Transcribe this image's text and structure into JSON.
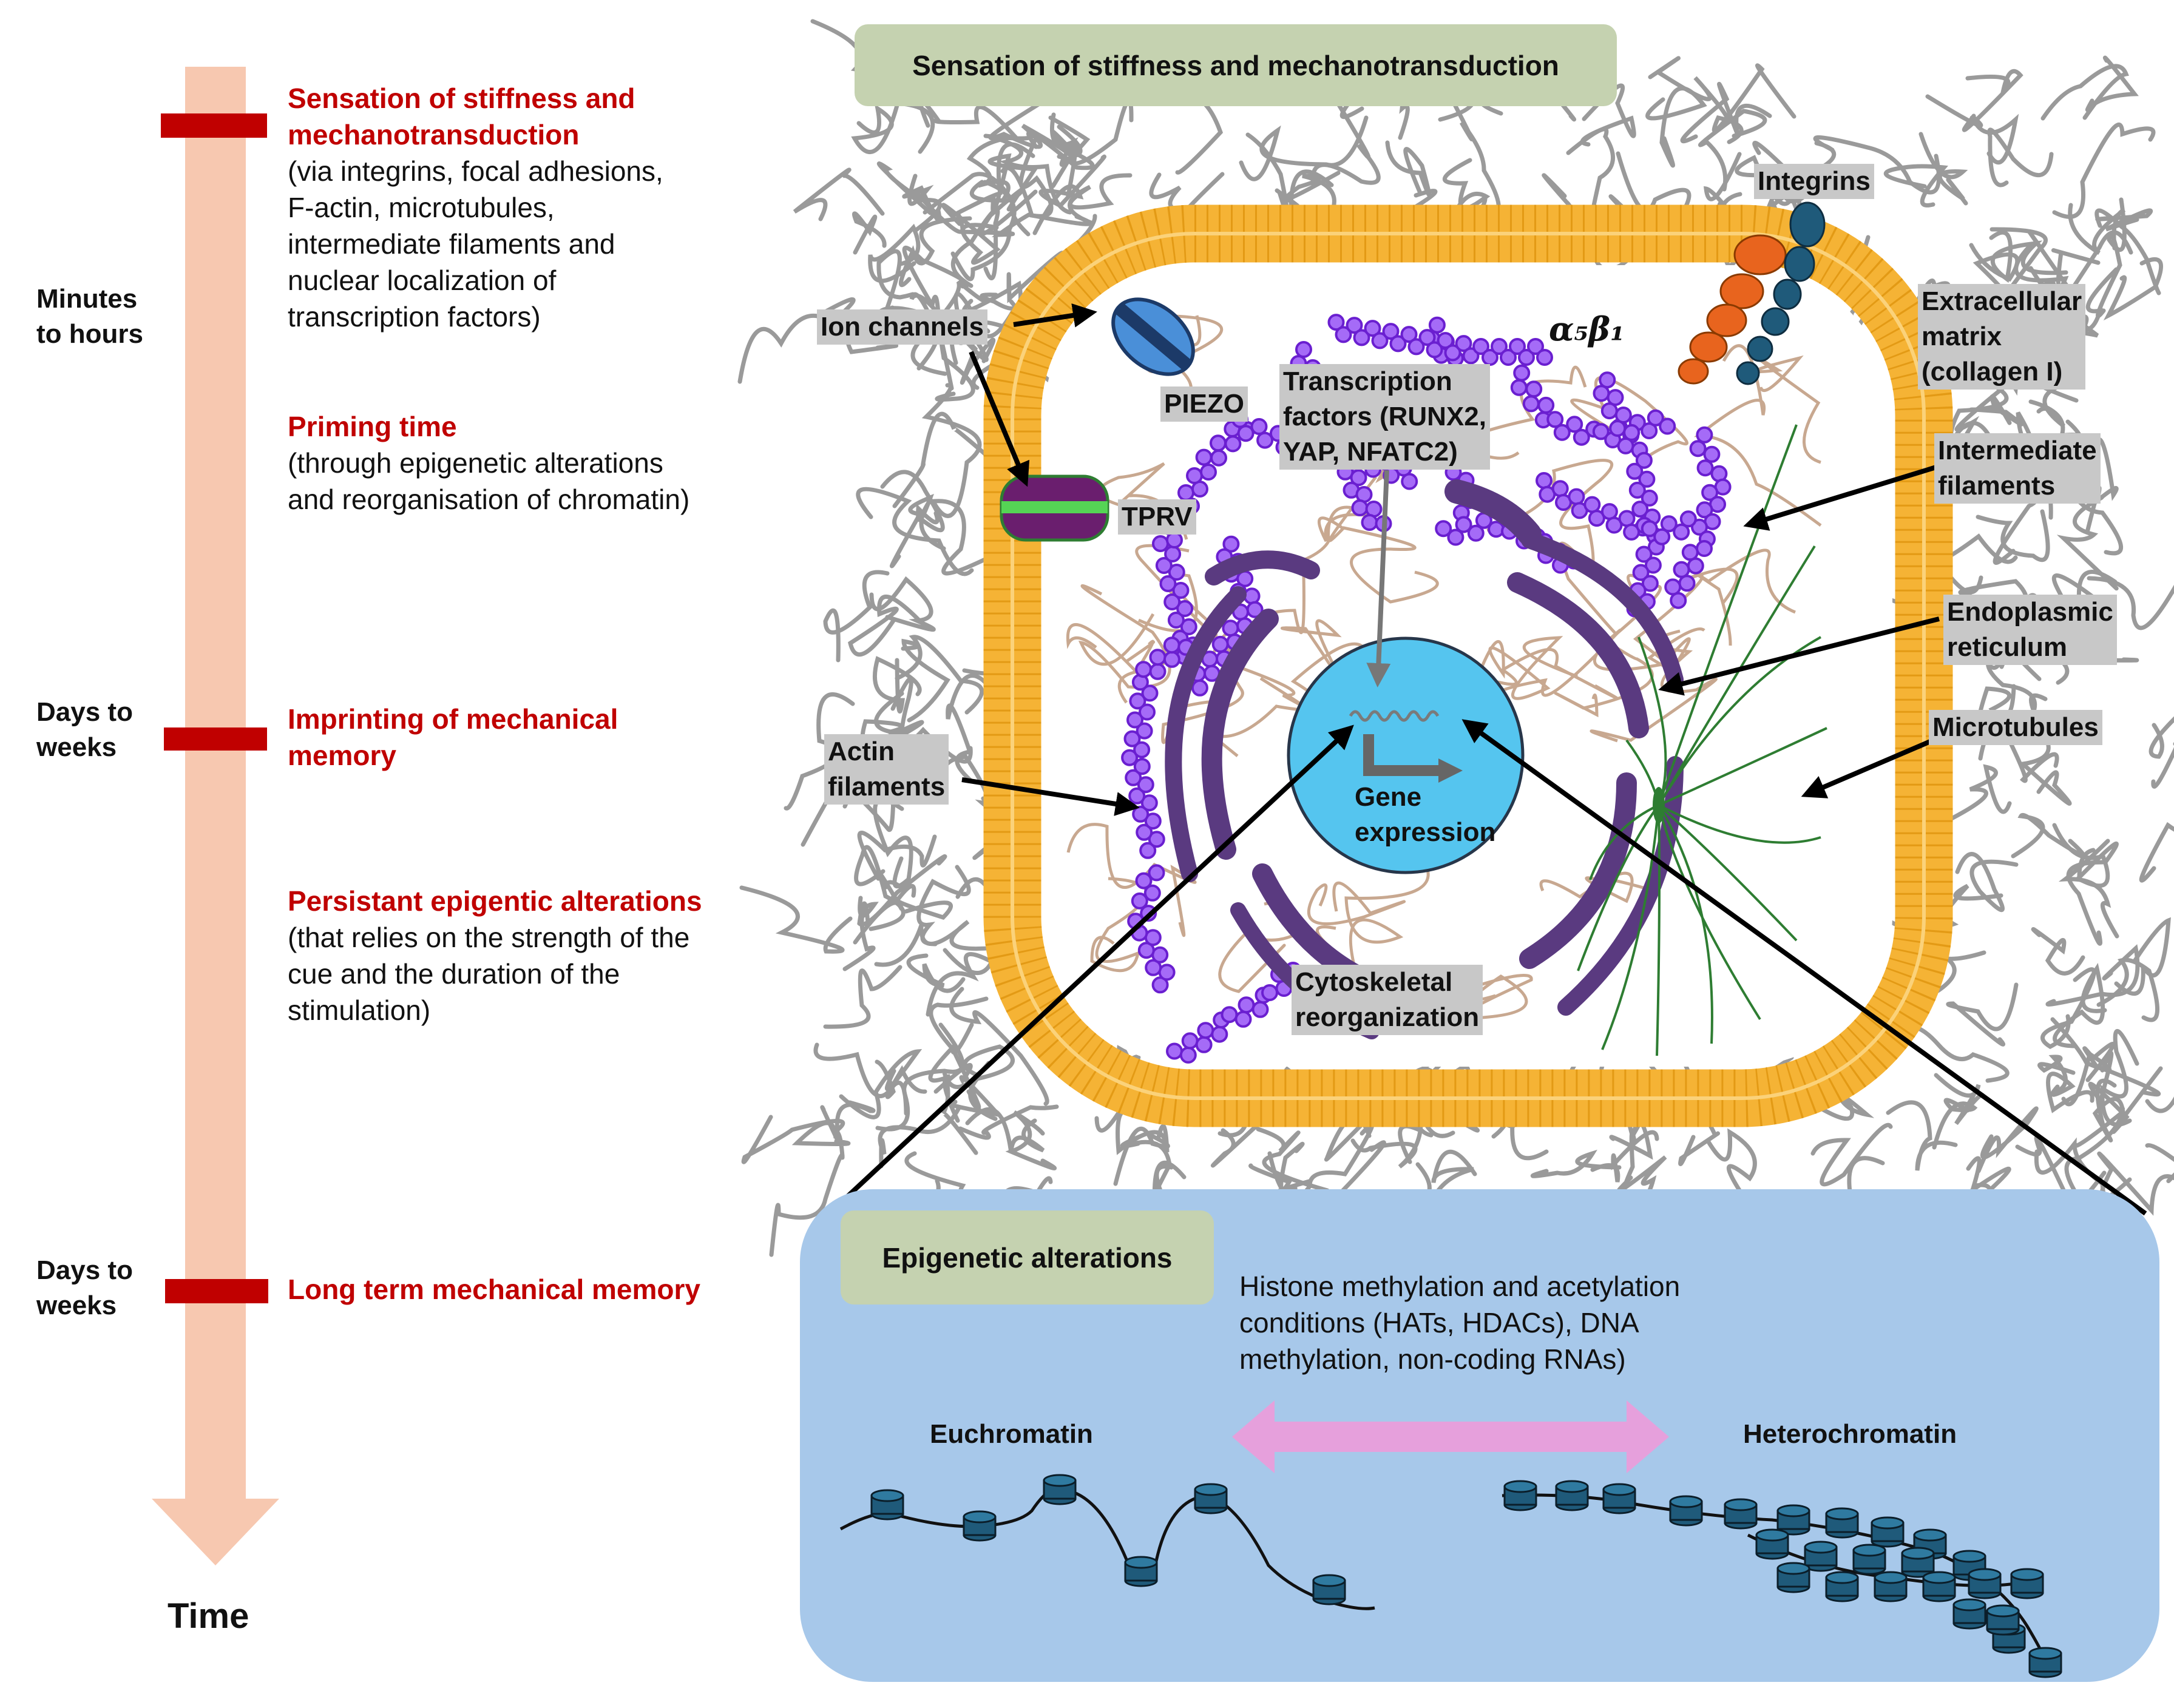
{
  "timeline": {
    "axis_label": "Time",
    "periods": [
      {
        "label": "Minutes\nto hours"
      },
      {
        "label": "Days to\nweeks"
      },
      {
        "label": "Days to\nweeks"
      }
    ],
    "stages": [
      {
        "heading": "Sensation of stiffness and\nmechanotransduction",
        "detail": "(via integrins, focal adhesions,\nF-actin, microtubules,\nintermediate filaments and\nnuclear localization of\ntranscription factors)"
      },
      {
        "heading": "Priming time",
        "detail": "(through epigenetic alterations\nand reorganisation of chromatin)"
      },
      {
        "heading": "Imprinting of mechanical\nmemory",
        "detail": ""
      },
      {
        "heading": "Persistant epigentic alterations",
        "detail": "(that relies on the strength of the\ncue and the duration of the\nstimulation)"
      },
      {
        "heading": "Long term mechanical memory",
        "detail": ""
      }
    ]
  },
  "cell": {
    "title": "Sensation of stiffness and mechanotransduction",
    "labels": {
      "integrins": "Integrins",
      "integrin_subunits": "α₅β₁",
      "ecm": "Extracellular\nmatrix\n(collagen I)",
      "intermediate_filaments": "Intermediate\nfilaments",
      "er": "Endoplasmic\nreticulum",
      "microtubules": "Microtubules",
      "ion_channels": "Ion channels",
      "piezo": "PIEZO",
      "tprv": "TPRV",
      "transcription_factors": "Transcription\nfactors (RUNX2,\nYAP, NFATC2)",
      "actin_filaments": "Actin\nfilaments",
      "cytoskeletal": "Cytoskeletal\nreorganization",
      "gene_expression": "Gene\nexpression"
    }
  },
  "epigenetics": {
    "title": "Epigenetic alterations",
    "description": "Histone methylation and acetylation\nconditions (HATs, HDACs), DNA\nmethylation, non-coding RNAs)",
    "euchromatin": "Euchromatin",
    "heterochromatin": "Heterochromatin"
  },
  "colors": {
    "timeline_bar": "#f7c8b0",
    "timeline_marker": "#c00000",
    "stage_heading": "#c00000",
    "membrane": "#f5b335",
    "actin": "#8a3ff0",
    "er": "#5a3a80",
    "nucleus": "#55c5ef",
    "microtubule": "#2e7d32",
    "ion_channel": "#4a8fd8",
    "tprv_channel": "#6a1e6e",
    "integrin_alpha": "#e8641e",
    "integrin_beta": "#1f5a7a",
    "title_box": "#c5d2b0",
    "epi_panel": "#a7c8ea",
    "transition_arrow": "#e6a0dc",
    "nucleosome": "#1f5a7a"
  }
}
